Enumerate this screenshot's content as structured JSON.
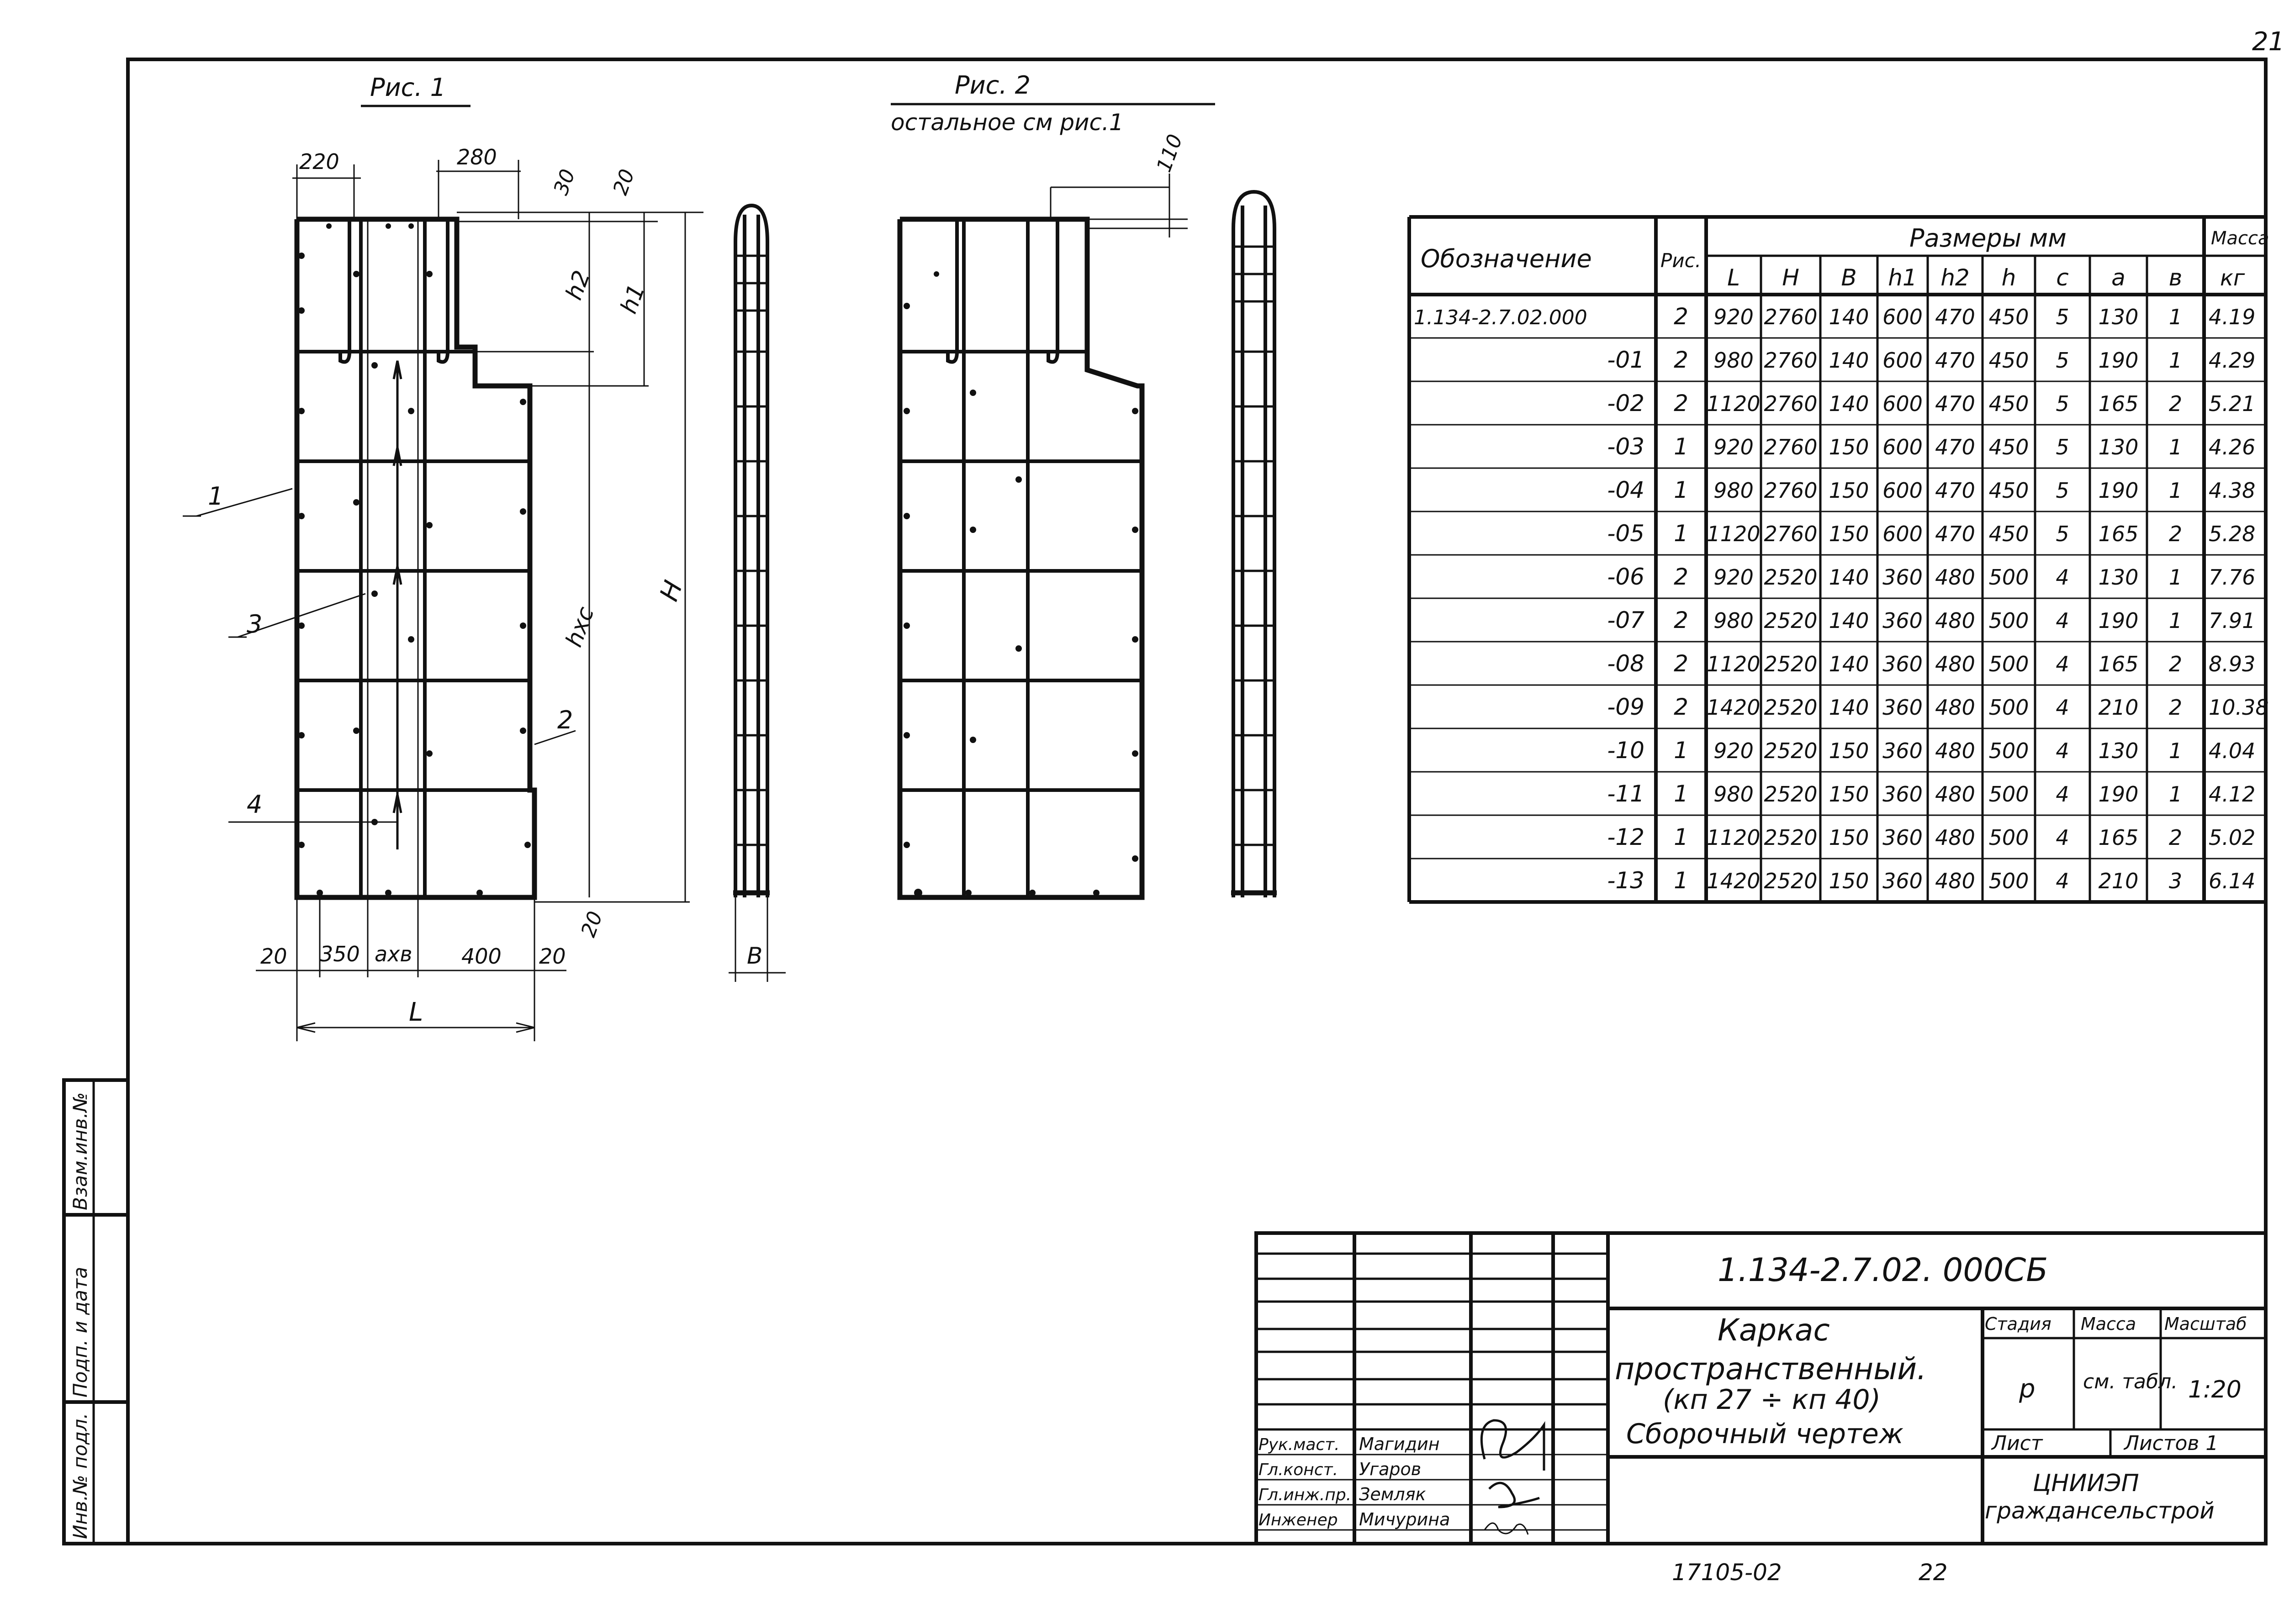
{
  "page_number": "21",
  "figures": {
    "fig1": {
      "title": "Рис. 1",
      "dims_top": [
        "220",
        "280",
        "30",
        "20"
      ],
      "dims_side": [
        "h2",
        "h1",
        "hxc",
        "H"
      ],
      "dims_bottom": [
        "20",
        "350",
        "axв",
        "400",
        "20",
        "20"
      ],
      "overall_width": "L",
      "leaders": [
        "1",
        "3",
        "2",
        "4"
      ],
      "side_view_dim": "B"
    },
    "fig2": {
      "title": "Рис. 2",
      "subtitle": "остальное см рис.1",
      "dim_top": "110"
    }
  },
  "spec_table": {
    "col_designation": "Обозначение",
    "col_fig": "Рис.",
    "col_sizes": "Размеры мм",
    "col_mass": "Масса",
    "size_cols": [
      "L",
      "H",
      "B",
      "h1",
      "h2",
      "h",
      "c",
      "a",
      "в"
    ],
    "mass_unit": "кг",
    "rows": [
      {
        "d": "1.134-2.7.02.000",
        "f": "2",
        "v": [
          "920",
          "2760",
          "140",
          "600",
          "470",
          "450",
          "5",
          "130",
          "1"
        ],
        "m": "4.19"
      },
      {
        "d": "-01",
        "f": "2",
        "v": [
          "980",
          "2760",
          "140",
          "600",
          "470",
          "450",
          "5",
          "190",
          "1"
        ],
        "m": "4.29"
      },
      {
        "d": "-02",
        "f": "2",
        "v": [
          "1120",
          "2760",
          "140",
          "600",
          "470",
          "450",
          "5",
          "165",
          "2"
        ],
        "m": "5.21"
      },
      {
        "d": "-03",
        "f": "1",
        "v": [
          "920",
          "2760",
          "150",
          "600",
          "470",
          "450",
          "5",
          "130",
          "1"
        ],
        "m": "4.26"
      },
      {
        "d": "-04",
        "f": "1",
        "v": [
          "980",
          "2760",
          "150",
          "600",
          "470",
          "450",
          "5",
          "190",
          "1"
        ],
        "m": "4.38"
      },
      {
        "d": "-05",
        "f": "1",
        "v": [
          "1120",
          "2760",
          "150",
          "600",
          "470",
          "450",
          "5",
          "165",
          "2"
        ],
        "m": "5.28"
      },
      {
        "d": "-06",
        "f": "2",
        "v": [
          "920",
          "2520",
          "140",
          "360",
          "480",
          "500",
          "4",
          "130",
          "1"
        ],
        "m": "7.76"
      },
      {
        "d": "-07",
        "f": "2",
        "v": [
          "980",
          "2520",
          "140",
          "360",
          "480",
          "500",
          "4",
          "190",
          "1"
        ],
        "m": "7.91"
      },
      {
        "d": "-08",
        "f": "2",
        "v": [
          "1120",
          "2520",
          "140",
          "360",
          "480",
          "500",
          "4",
          "165",
          "2"
        ],
        "m": "8.93"
      },
      {
        "d": "-09",
        "f": "2",
        "v": [
          "1420",
          "2520",
          "140",
          "360",
          "480",
          "500",
          "4",
          "210",
          "2"
        ],
        "m": "10.38"
      },
      {
        "d": "-10",
        "f": "1",
        "v": [
          "920",
          "2520",
          "150",
          "360",
          "480",
          "500",
          "4",
          "130",
          "1"
        ],
        "m": "4.04"
      },
      {
        "d": "-11",
        "f": "1",
        "v": [
          "980",
          "2520",
          "150",
          "360",
          "480",
          "500",
          "4",
          "190",
          "1"
        ],
        "m": "4.12"
      },
      {
        "d": "-12",
        "f": "1",
        "v": [
          "1120",
          "2520",
          "150",
          "360",
          "480",
          "500",
          "4",
          "165",
          "2"
        ],
        "m": "5.02"
      },
      {
        "d": "-13",
        "f": "1",
        "v": [
          "1420",
          "2520",
          "150",
          "360",
          "480",
          "500",
          "4",
          "210",
          "3"
        ],
        "m": "6.14"
      }
    ]
  },
  "left_margin": [
    "Инв.№ подл.",
    "Подп. и дата",
    "Взам.инв.№"
  ],
  "title_block": {
    "doc_code": "1.134-2.7.02. 000СБ",
    "name_lines": [
      "Каркас",
      "пространственный.",
      "(кп 27 ÷ кп 40)",
      "Сборочный чертеж"
    ],
    "stage_label": "Стадия",
    "mass_label": "Масса",
    "scale_label": "Масштаб",
    "stage_value": "р",
    "mass_value": "см. табл.",
    "scale_value": "1:20",
    "sheet_label": "Лист",
    "sheets_label": "Листов 1",
    "org_lines": [
      "ЦНИИЭП",
      "граждансельстрой"
    ],
    "staff": [
      {
        "role": "Рук.маст.",
        "name": "Магидин"
      },
      {
        "role": "Гл.конст.",
        "name": "Угаров"
      },
      {
        "role": "Гл.инж.пр.",
        "name": "Земляк"
      },
      {
        "role": "Инженер",
        "name": "Мичурина"
      }
    ]
  },
  "bottom_codes": [
    "17105-02",
    "22"
  ]
}
